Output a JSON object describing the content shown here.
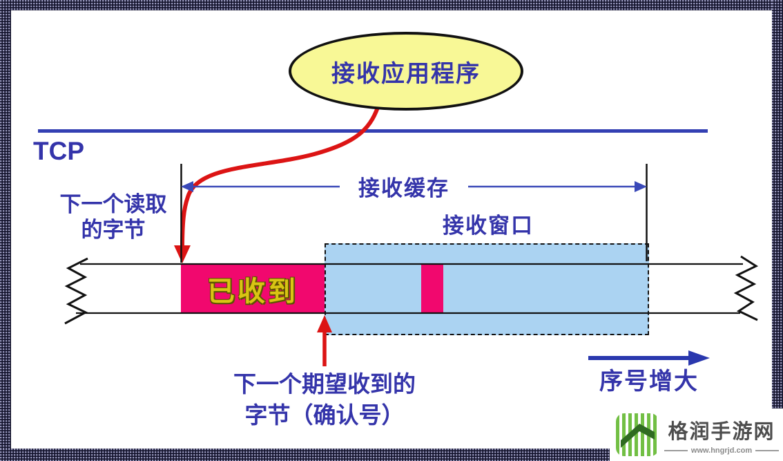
{
  "diagram": {
    "app_label": "接收应用程序",
    "tcp_label": "TCP",
    "next_read_line1": "下一个读取",
    "next_read_line2": "的字节",
    "buffer_label": "接收缓存",
    "window_label": "接收窗口",
    "received_label": "已收到",
    "next_expected_line1": "下一个期望收到的",
    "next_expected_line2": "字节（确认号）",
    "seq_label": "序号增大",
    "colors": {
      "label_blue": "#3434aa",
      "tcp_line_blue": "#3340b3",
      "arrow_red": "#dc1414",
      "received_pink": "#f1086e",
      "received_text_yellow": "#d9c414",
      "window_fill_blue": "#abd3f2",
      "ellipse_fill_yellow": "#f8f896",
      "border_navy": "#16162f",
      "logo_green": "#72bf44"
    }
  },
  "watermark": {
    "site_name": "格润手游网",
    "site_url": "www.hngrjd.com"
  }
}
